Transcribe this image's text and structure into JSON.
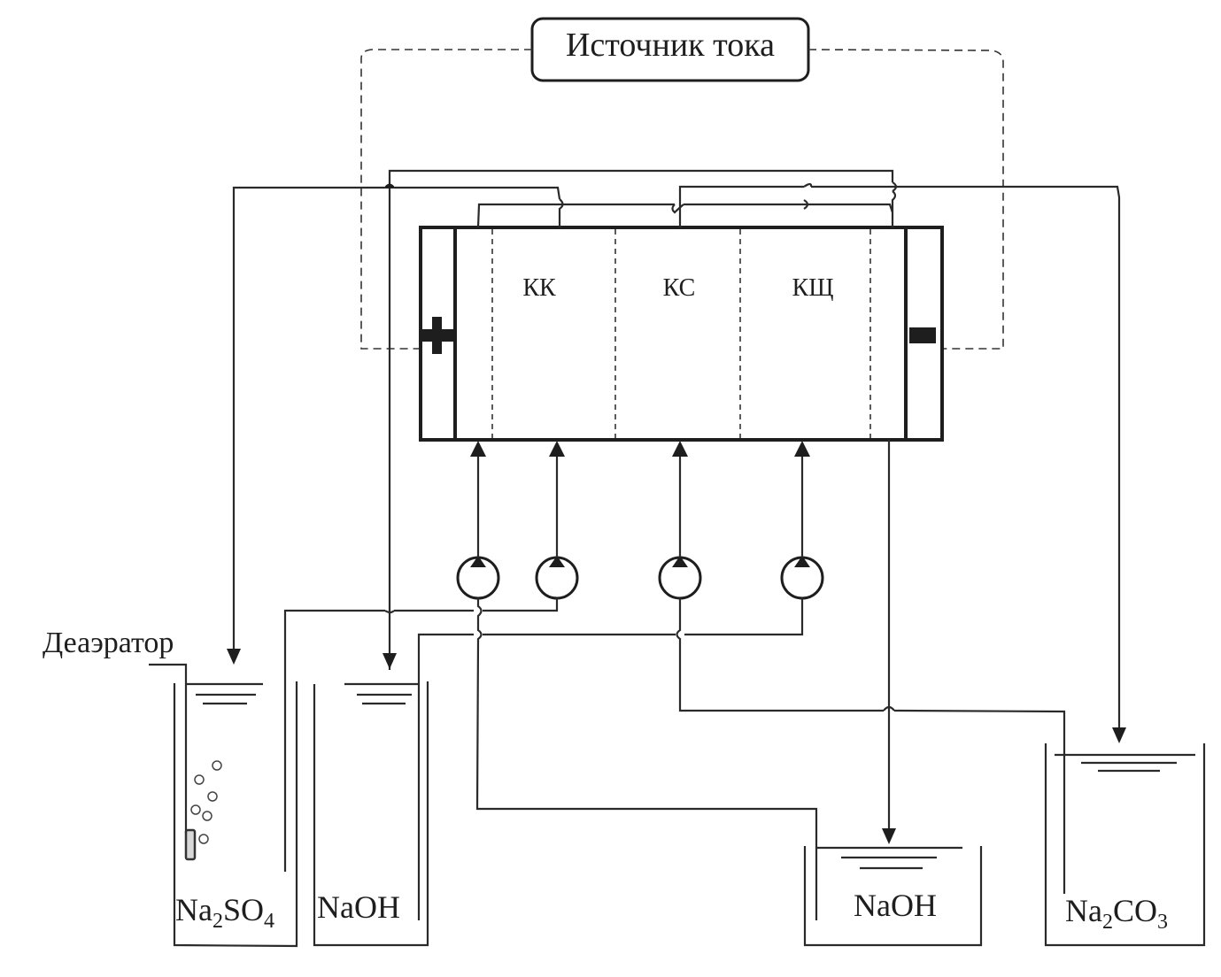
{
  "power_source": {
    "label": "Источник тока"
  },
  "electrodialyzer": {
    "anode_symbol": "+",
    "cathode_symbol": "−",
    "chambers": [
      {
        "id": "kk",
        "label": "КК"
      },
      {
        "id": "ks",
        "label": "КС"
      },
      {
        "id": "ksch",
        "label": "КЩ"
      }
    ]
  },
  "deaerator": {
    "label": "Деаэратор"
  },
  "tanks": [
    {
      "id": "na2so4",
      "base": "Na",
      "sub1": "2",
      "mid": "SO",
      "sub2": "4"
    },
    {
      "id": "naoh-feed",
      "label": "NaOH"
    },
    {
      "id": "naoh-product",
      "label": "NaOH"
    },
    {
      "id": "na2co3",
      "base": "Na",
      "sub1": "2",
      "mid": "CO",
      "sub2": "3"
    }
  ],
  "pumps": [
    {
      "id": "pump-1"
    },
    {
      "id": "pump-2"
    },
    {
      "id": "pump-3"
    },
    {
      "id": "pump-4"
    }
  ]
}
